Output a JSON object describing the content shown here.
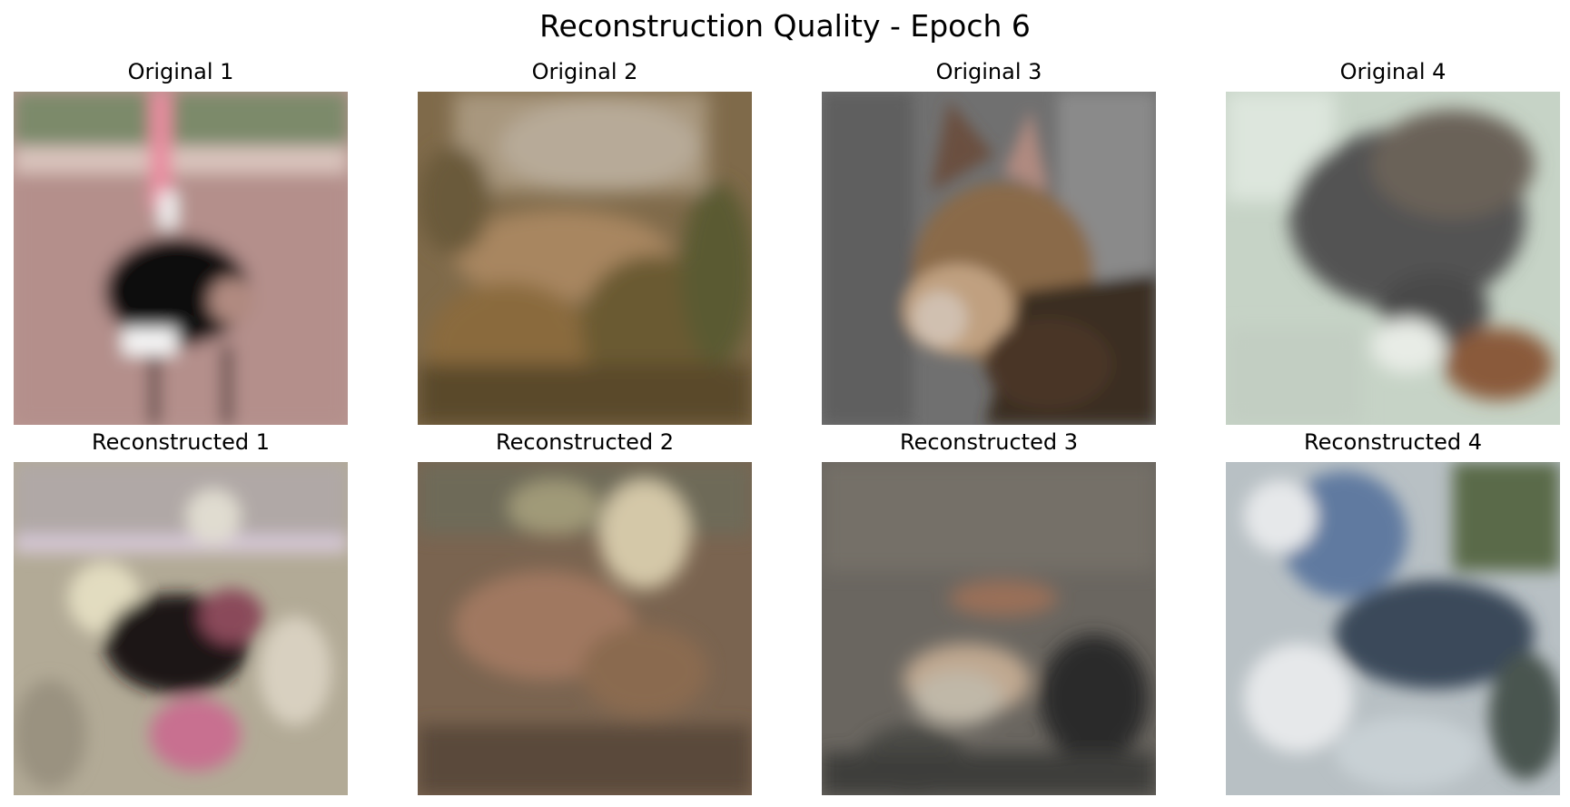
{
  "figure": {
    "title": "Reconstruction Quality - Epoch 6"
  },
  "panels": [
    {
      "title": "Original 1",
      "subject": "ostrich-on-dry-grass",
      "palette": [
        "#b79590",
        "#0a0a0a",
        "#e98ca0",
        "#f5f5f5"
      ]
    },
    {
      "title": "Original 2",
      "subject": "blurry-brown-animal",
      "palette": [
        "#7f6a4a",
        "#a88660",
        "#5a5a30",
        "#c9b7a0"
      ]
    },
    {
      "title": "Original 3",
      "subject": "tabby-cat-profile",
      "palette": [
        "#707070",
        "#8a6a4a",
        "#3a2d22",
        "#d0c0b0"
      ]
    },
    {
      "title": "Original 4",
      "subject": "grey-animal-on-pale-background",
      "palette": [
        "#c6d3c6",
        "#525252",
        "#8a5a3a",
        "#e8ece6"
      ]
    },
    {
      "title": "Reconstructed 1",
      "subject": "reconstruction-of-ostrich",
      "palette": [
        "#b2aa96",
        "#1a1418",
        "#c87090",
        "#e0dcd0"
      ]
    },
    {
      "title": "Reconstructed 2",
      "subject": "reconstruction-of-brown-animal",
      "palette": [
        "#7a6450",
        "#a07860",
        "#d4c8a8",
        "#5a4a3a"
      ]
    },
    {
      "title": "Reconstructed 3",
      "subject": "reconstruction-of-cat",
      "palette": [
        "#6a6660",
        "#9a7058",
        "#2c2c2a",
        "#c0b8a8"
      ]
    },
    {
      "title": "Reconstructed 4",
      "subject": "reconstruction-of-grey-animal",
      "palette": [
        "#b8c0c4",
        "#3a4a5a",
        "#607aa0",
        "#e6e8ea"
      ]
    }
  ]
}
